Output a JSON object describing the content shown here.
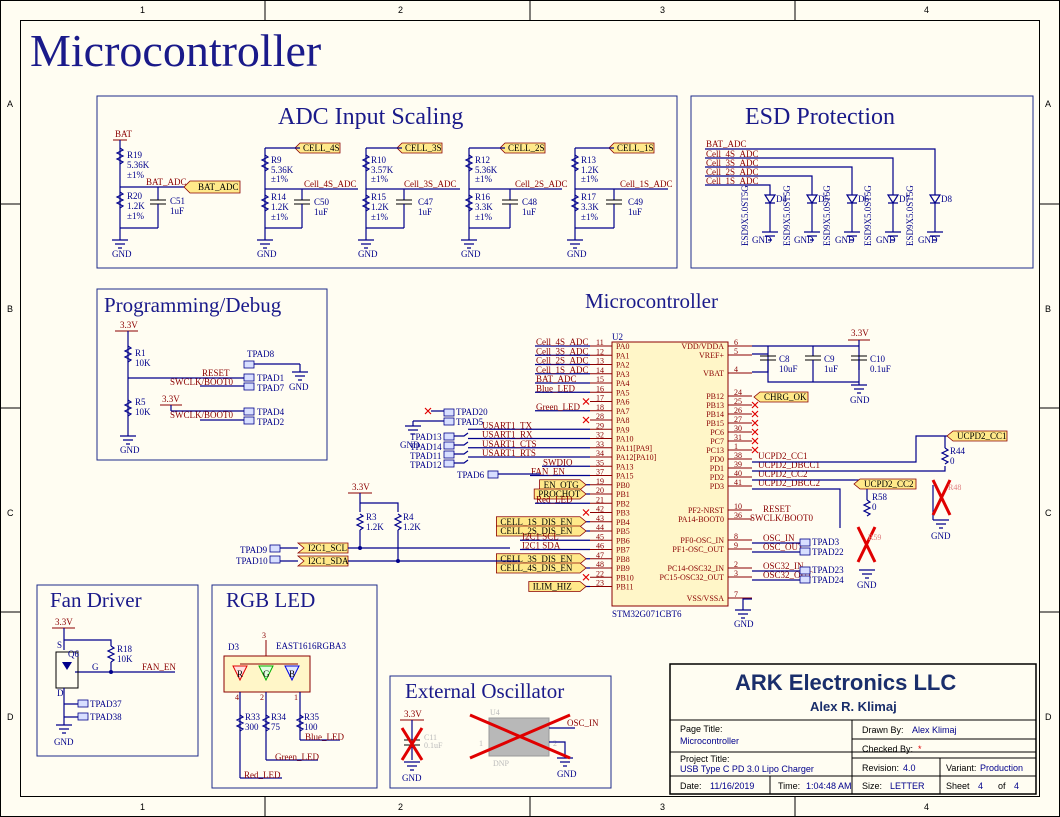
{
  "sheet": {
    "title": "Microcontroller",
    "cols": [
      "1",
      "2",
      "3",
      "4"
    ],
    "rows": [
      "A",
      "B",
      "C",
      "D"
    ]
  },
  "sections": {
    "adc": "ADC Input Scaling",
    "esd": "ESD Protection",
    "prog": "Programming/Debug",
    "mcu": "Microcontroller",
    "fan": "Fan Driver",
    "rgb": "RGB LED",
    "osc": "External Oscillator"
  },
  "adc": {
    "bat": "BAT",
    "bat_adc": "BAT_ADC",
    "gnd": "GND",
    "r19": [
      "R19",
      "5.36K",
      "±1%"
    ],
    "r20": [
      "R20",
      "1.2K",
      "±1%"
    ],
    "c51": [
      "C51",
      "1uF"
    ],
    "r9": [
      "R9",
      "5.36K",
      "±1%"
    ],
    "r14": [
      "R14",
      "1.2K",
      "±1%"
    ],
    "c50": [
      "C50",
      "1uF"
    ],
    "r10": [
      "R10",
      "3.57K",
      "±1%"
    ],
    "r15": [
      "R15",
      "1.2K",
      "±1%"
    ],
    "c47": [
      "C47",
      "1uF"
    ],
    "r12": [
      "R12",
      "5.36K",
      "±1%"
    ],
    "r16": [
      "R16",
      "3.3K",
      "±1%"
    ],
    "c48": [
      "C48",
      "1uF"
    ],
    "r13": [
      "R13",
      "1.2K",
      "±1%"
    ],
    "r17": [
      "R17",
      "3.3K",
      "±1%"
    ],
    "c49": [
      "C49",
      "1uF"
    ],
    "cell4s": "CELL_4S",
    "cell3s": "CELL_3S",
    "cell2s": "CELL_2S",
    "cell1s": "CELL_1S",
    "cell4s_adc": "Cell_4S_ADC",
    "cell3s_adc": "Cell_3S_ADC",
    "cell2s_adc": "Cell_2S_ADC",
    "cell1s_adc": "Cell_1S_ADC"
  },
  "esd": {
    "nets": [
      "BAT_ADC",
      "Cell_4S_ADC",
      "Cell_3S_ADC",
      "Cell_2S_ADC",
      "Cell_1S_ADC"
    ],
    "diodes": [
      "D4",
      "D5",
      "D6",
      "D7",
      "D8"
    ],
    "part": "ESD9X5.0ST5G",
    "gnd": "GND"
  },
  "prog": {
    "v33": "3.3V",
    "r1": [
      "R1",
      "10K"
    ],
    "r5": [
      "R5",
      "10K"
    ],
    "tpad8": "TPAD8",
    "reset": "RESET",
    "swclk": "SWCLK/BOOT0",
    "tpad1": "TPAD1",
    "tpad7": "TPAD7",
    "v33b": "3.3V",
    "swclk2": "SWCLK/BOOT0",
    "tpad4": "TPAD4",
    "tpad2": "TPAD2",
    "gnd": "GND"
  },
  "mcu": {
    "ref": "U2",
    "part": "STM32G071CBT6",
    "left_pins": [
      [
        "11",
        "PA0",
        "Cell_4S_ADC"
      ],
      [
        "12",
        "PA1",
        "Cell_3S_ADC"
      ],
      [
        "13",
        "PA2",
        "Cell_2S_ADC"
      ],
      [
        "14",
        "PA3",
        "Cell_1S_ADC"
      ],
      [
        "15",
        "PA4",
        "BAT_ADC"
      ],
      [
        "16",
        "PA5",
        "Blue_LED"
      ],
      [
        "17",
        "PA6",
        ""
      ],
      [
        "18",
        "PA7",
        "Green_LED"
      ],
      [
        "28",
        "PA8",
        ""
      ],
      [
        "29",
        "PA9",
        "USART1_TX"
      ],
      [
        "32",
        "PA10",
        "USART1_RX"
      ],
      [
        "33",
        "PA11[PA9]",
        "USART1_CTS"
      ],
      [
        "34",
        "PA12[PA10]",
        "USART1_RTS"
      ],
      [
        "35",
        "PA13",
        "SWDIO"
      ],
      [
        "37",
        "PA15",
        "FAN_EN"
      ],
      [
        "19",
        "PB0",
        "EN_OTG"
      ],
      [
        "20",
        "PB1",
        "PROCHOT"
      ],
      [
        "21",
        "PB2",
        "Red_LED"
      ],
      [
        "42",
        "PB3",
        ""
      ],
      [
        "43",
        "PB4",
        "CELL_1S_DIS_EN"
      ],
      [
        "44",
        "PB5",
        "CELL_2S_DIS_EN"
      ],
      [
        "45",
        "PB6",
        "I2C1_SCL"
      ],
      [
        "46",
        "PB7",
        "I2C1_SDA"
      ],
      [
        "47",
        "PB8",
        "CELL_3S_DIS_EN"
      ],
      [
        "48",
        "PB9",
        "CELL_4S_DIS_EN"
      ],
      [
        "22",
        "PB10",
        ""
      ],
      [
        "23",
        "PB11",
        "ILIM_HIZ"
      ]
    ],
    "right_pins": [
      [
        "6",
        "VDD/VDDA"
      ],
      [
        "5",
        "VREF+"
      ],
      [
        "4",
        "VBAT"
      ],
      [
        "24",
        "PB12"
      ],
      [
        "25",
        "PB13"
      ],
      [
        "26",
        "PB14"
      ],
      [
        "27",
        "PB15"
      ],
      [
        "30",
        "PC6"
      ],
      [
        "31",
        "PC7"
      ],
      [
        "1",
        "PC13"
      ],
      [
        "38",
        "PD0"
      ],
      [
        "39",
        "PD1"
      ],
      [
        "40",
        "PD2"
      ],
      [
        "41",
        "PD3"
      ],
      [
        "10",
        "PF2-NRST"
      ],
      [
        "36",
        "PA14-BOOT0"
      ],
      [
        "8",
        "PF0-OSC_IN"
      ],
      [
        "9",
        "PF1-OSC_OUT"
      ],
      [
        "2",
        "PC14-OSC32_IN"
      ],
      [
        "3",
        "PC15-OSC32_OUT"
      ],
      [
        "7",
        "VSS/VSSA"
      ]
    ],
    "right_nets": {
      "chrg_ok": "CHRG_OK",
      "cc1": "UCPD2_CC1",
      "dbcc1": "UCPD2_DBCC1",
      "cc2": "UCPD2_CC2",
      "dbcc2": "UCPD2_DBCC2",
      "reset": "RESET",
      "swclk": "SWCLK/BOOT0",
      "osc_in": "OSC_IN",
      "osc_out": "OSC_OUT",
      "osc32_in": "OSC32_IN",
      "osc32_out": "OSC32_OUT"
    },
    "v33": "3.3V",
    "c8": [
      "C8",
      "10uF"
    ],
    "c9": [
      "C9",
      "1uF"
    ],
    "c10": [
      "C10",
      "0.1uF"
    ],
    "gnd": "GND",
    "tpads_left": [
      "TPAD20",
      "TPAD5",
      "TPAD13",
      "TPAD14",
      "TPAD11",
      "TPAD12",
      "TPAD6"
    ],
    "tpads_right": [
      "TPAD3",
      "TPAD22",
      "TPAD23",
      "TPAD24"
    ],
    "r44": [
      "R44",
      "0"
    ],
    "r58": [
      "R58",
      "0"
    ],
    "r48": "R48",
    "r59": "R59",
    "r3": [
      "R3",
      "1.2K"
    ],
    "r4": [
      "R4",
      "1.2K"
    ],
    "v33b": "3.3V",
    "tpad9": "TPAD9",
    "tpad10": "TPAD10",
    "scl": "I2C1_SCL",
    "sda": "I2C1_SDA"
  },
  "fan": {
    "v33": "3.3V",
    "q6": "Q6",
    "r18": [
      "R18",
      "10K"
    ],
    "g": "G",
    "d": "D",
    "s": "S",
    "fan_en": "FAN_EN",
    "tpad37": "TPAD37",
    "tpad38": "TPAD38",
    "gnd": "GND"
  },
  "rgb": {
    "d3": "D3",
    "part": "EAST1616RGBA3",
    "pins": [
      "3",
      "2",
      "4",
      "1"
    ],
    "letters": [
      "R",
      "G",
      "B"
    ],
    "r33": [
      "R33",
      "300"
    ],
    "r34": [
      "R34",
      "75"
    ],
    "r35": [
      "R35",
      "100"
    ],
    "blue": "Blue_LED",
    "green": "Green_LED",
    "red": "Red_LED"
  },
  "osc": {
    "v33": "3.3V",
    "u4": "U4",
    "c11": [
      "C11",
      "0.1uF"
    ],
    "dnp": "DNP",
    "osc_in": "OSC_IN",
    "gnd": "GND",
    "gnd2": "GND",
    "pins": [
      "1",
      "2"
    ]
  },
  "titleblock": {
    "company": "ARK Electronics LLC",
    "author": "Alex R. Klimaj",
    "page_title_label": "Page Title:",
    "page_title": "Microcontroller",
    "project_label": "Project Title:",
    "project": "USB Type C PD 3.0 Lipo Charger",
    "drawn_label": "Drawn By:",
    "drawn": "Alex Klimaj",
    "checked_label": "Checked By:",
    "checked": "*",
    "revision_label": "Revision:",
    "revision": "4.0",
    "variant_label": "Variant:",
    "variant": "Production",
    "date_label": "Date:",
    "date": "11/16/2019",
    "time_label": "Time:",
    "time": "1:04:48 AM",
    "size_label": "Size:",
    "size": "LETTER",
    "sheet_label": "Sheet",
    "sheet": "4",
    "of_label": "of",
    "of": "4"
  }
}
